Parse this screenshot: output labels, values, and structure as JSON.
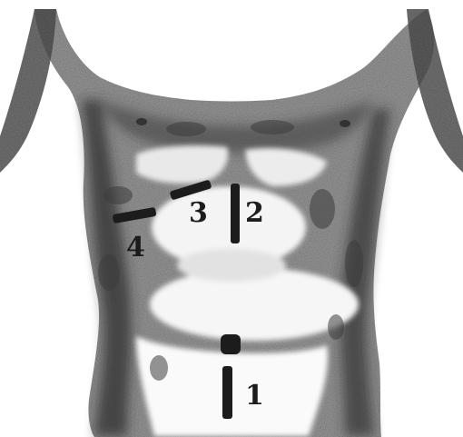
{
  "figure": {
    "markers": [
      {
        "id": "1",
        "label": "1"
      },
      {
        "id": "2",
        "label": "2"
      },
      {
        "id": "3",
        "label": "3"
      },
      {
        "id": "4",
        "label": "4"
      }
    ]
  },
  "colors": {
    "background": "#ffffff",
    "ink": "#1c1c1c",
    "shading": "#5a5a5a"
  }
}
